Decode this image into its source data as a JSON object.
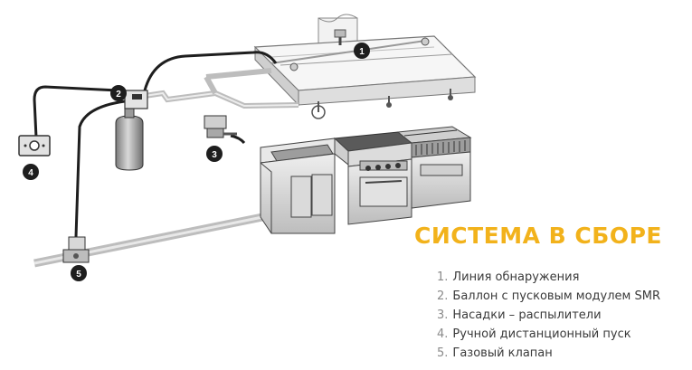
{
  "title": "СИСТЕМА В СБОРЕ",
  "legend": [
    {
      "num": "1.",
      "text": "Линия обнаружения"
    },
    {
      "num": "2.",
      "text": "Баллон с пусковым модулем SMR"
    },
    {
      "num": "3.",
      "text": "Насадки – распылители"
    },
    {
      "num": "4.",
      "text": "Ручной дистанционный пуск"
    },
    {
      "num": "5.",
      "text": "Газовый клапан"
    }
  ],
  "callouts": [
    "1",
    "2",
    "3",
    "4",
    "5"
  ],
  "colors": {
    "title": "#f2b21b",
    "badge": "#1e1e1e",
    "line": "#1e1e1e",
    "equipment": "#d4d4d4"
  }
}
